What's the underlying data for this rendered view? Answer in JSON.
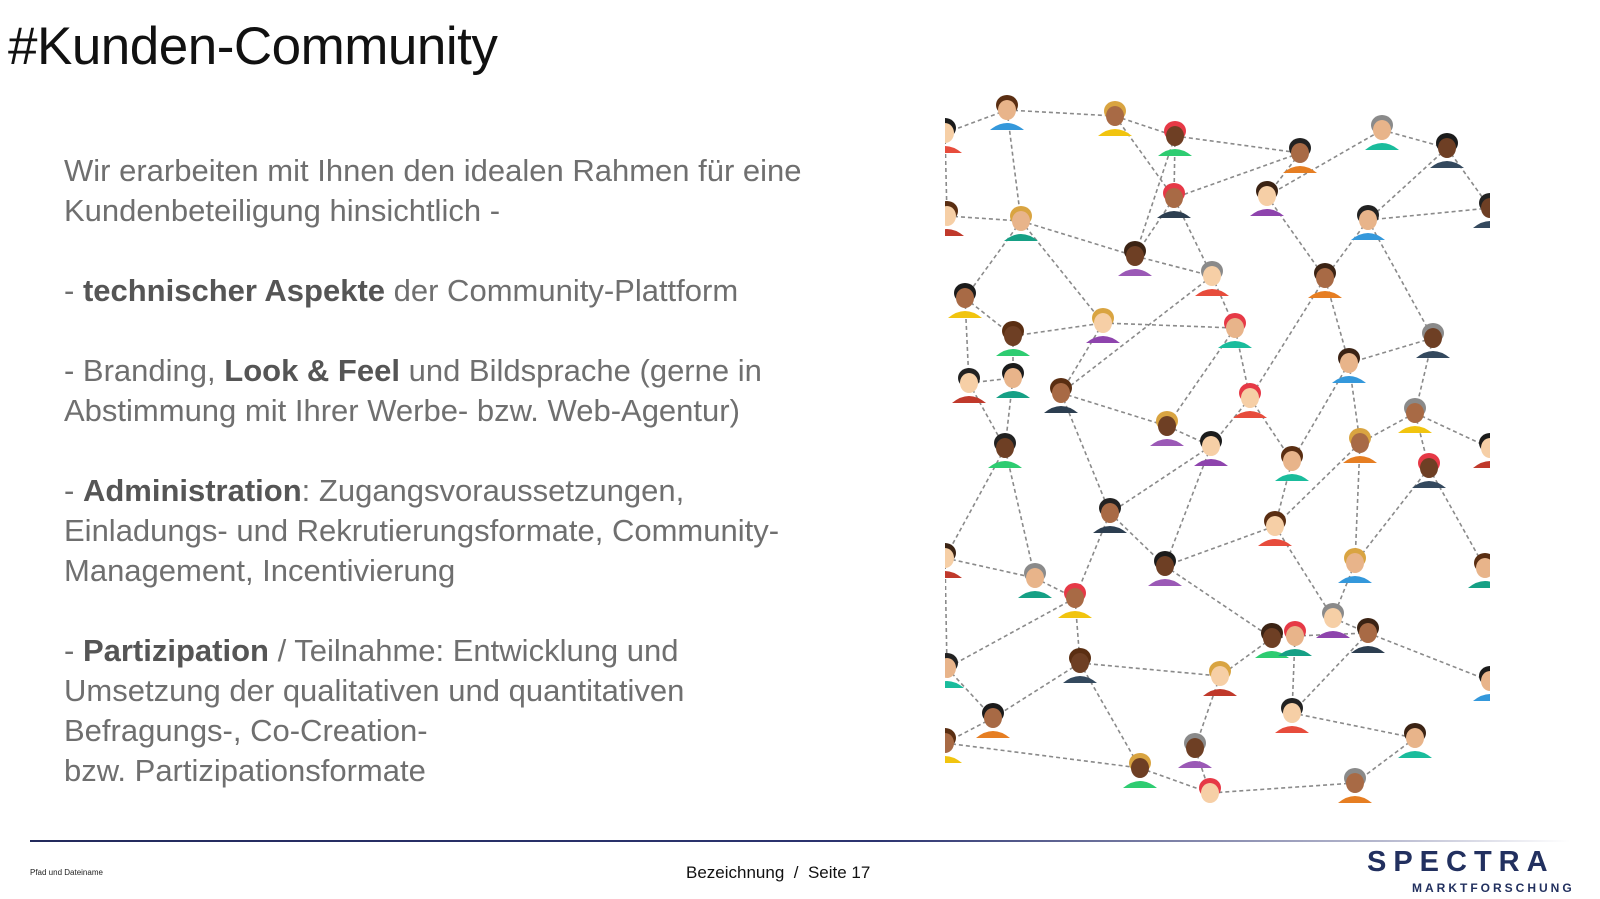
{
  "slide": {
    "title": "#Kunden-Community",
    "intro_line1": "Wir erarbeiten mit Ihnen den idealen Rahmen für eine",
    "intro_line2": "Kundenbeteiligung hinsichtlich -",
    "item1": {
      "prefix": "- ",
      "bold": "technischer Aspekte",
      "rest": " der Community-Plattform"
    },
    "item2": {
      "prefix": "- Branding, ",
      "bold": "Look & Feel",
      "rest": " und Bildsprache (gerne in",
      "line2": "Abstimmung mit Ihrer Werbe- bzw. Web-Agentur)"
    },
    "item3": {
      "prefix": "- ",
      "bold": "Administration",
      "rest": ": Zugangsvoraussetzungen,",
      "line2": "Einladungs- und Rekrutierungsformate, Community-",
      "line3": "Management, Incentivierung"
    },
    "item4": {
      "prefix": "- ",
      "bold": "Partizipation",
      "rest": " / Teilnahme: Entwicklung und",
      "line2": "Umsetzung der qualitativen und quantitativen",
      "line3": "Befragungs-, Co-Creation-",
      "line4": "bzw. Partizipationsformate"
    }
  },
  "illustration": {
    "icon": "people-network-icon",
    "colors": {
      "edge": "#8a8a8a",
      "skin": [
        "#f6cfa6",
        "#e8b48a",
        "#a86a45",
        "#6e3f24"
      ]
    }
  },
  "footer": {
    "path": "Pfad und Dateiname",
    "designation": "Bezeichnung",
    "separator": "/",
    "page_label": "Seite 17"
  },
  "logo": {
    "icon": "spectra-logo-icon",
    "name": "SPECTRA",
    "subtitle": "MARKTFORSCHUNG",
    "colors": {
      "navy": "#22305f",
      "red": "#d21f2a"
    }
  }
}
